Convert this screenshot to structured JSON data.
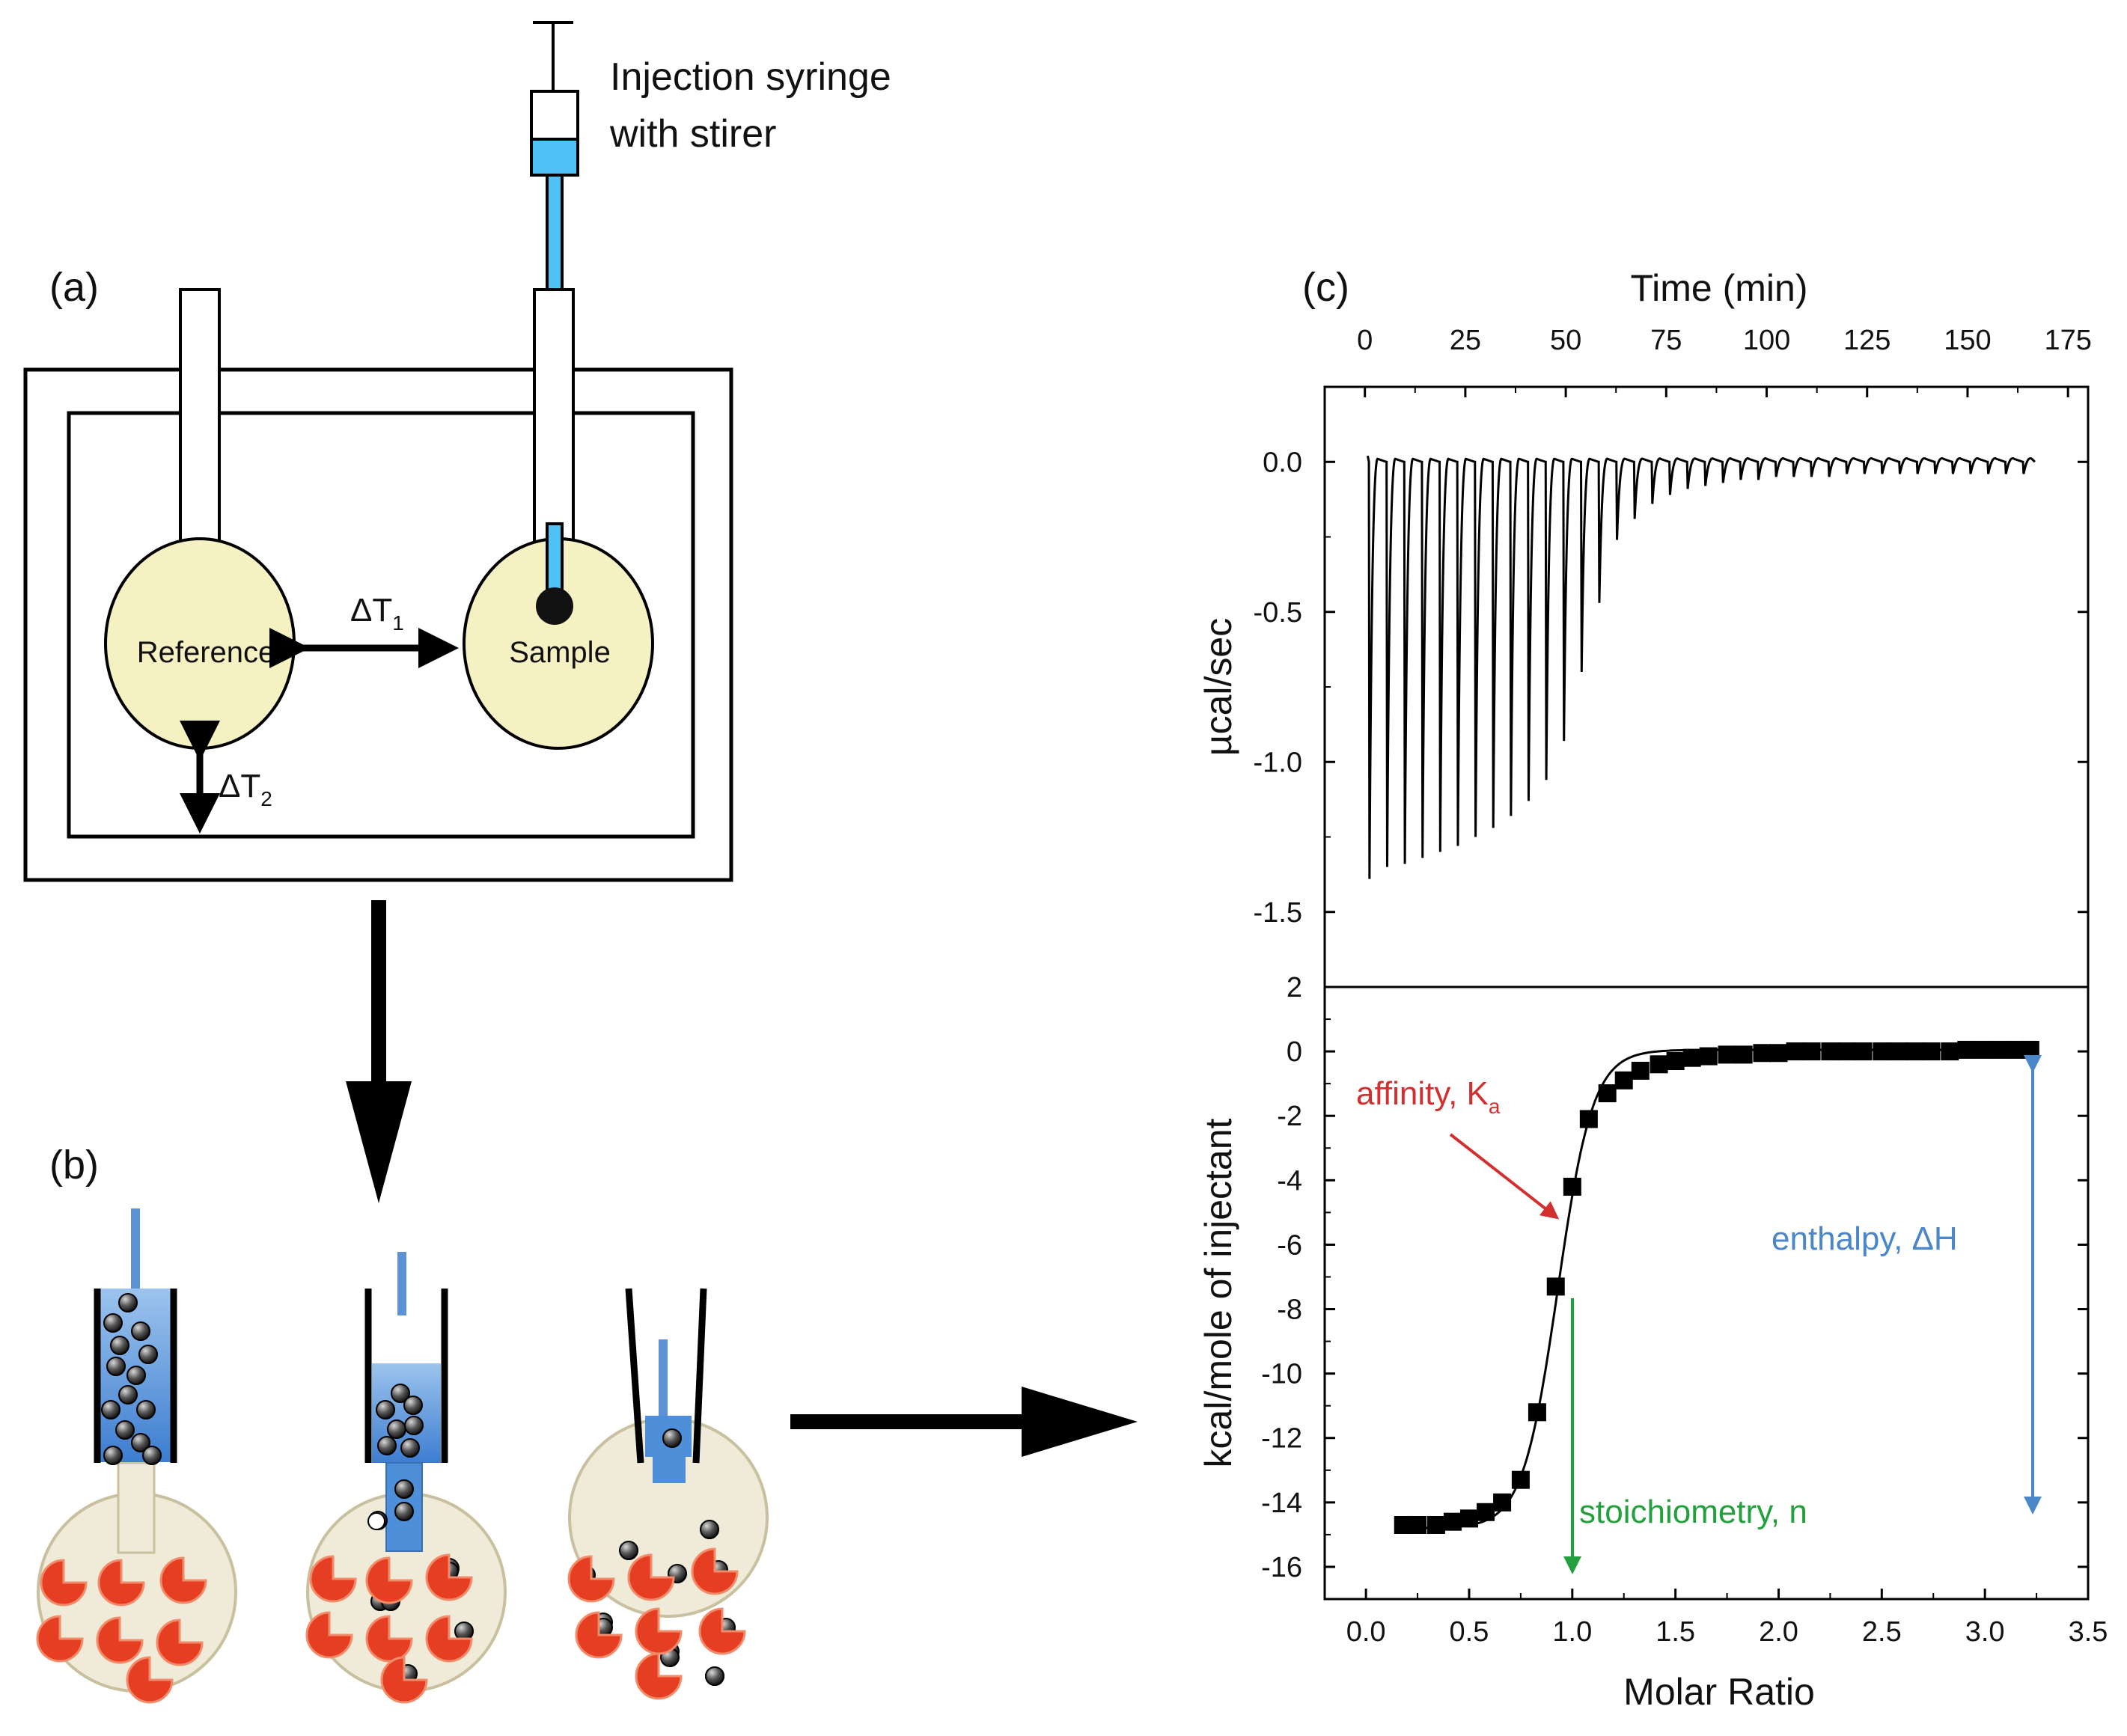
{
  "colors": {
    "syringe_blue": "#4fc3f7",
    "cell_fill": "#f6f1c3",
    "bulb_fill": "#efebd8",
    "liquid_blue": "#4d8fd9",
    "protein_red": "#e53e23",
    "affinity": "#d32f2f",
    "stoich": "#22a03c",
    "enthalpy": "#4a86c8"
  },
  "panel_a": {
    "label": "(a)",
    "syringe_label_line1": "Injection syringe",
    "syringe_label_line2": "with stirer",
    "reference": "Reference",
    "sample": "Sample",
    "dt1": "ΔT",
    "dt1_sub": "1",
    "dt2": "ΔT",
    "dt2_sub": "2"
  },
  "panel_b": {
    "label": "(b)"
  },
  "panel_c": {
    "label": "(c)",
    "top_axis_title": "Time (min)",
    "top_ticks": [
      "0",
      "25",
      "50",
      "75",
      "100",
      "125",
      "150",
      "175"
    ],
    "upper_ylabel": "µcal/sec",
    "upper_yticks": [
      "0.0",
      "-0.5",
      "-1.0",
      "-1.5"
    ],
    "lower_ylabel": "kcal/mole of injectant",
    "lower_yticks": [
      "2",
      "0",
      "-2",
      "-4",
      "-6",
      "-8",
      "-10",
      "-12",
      "-14",
      "-16"
    ],
    "xlabel": "Molar Ratio",
    "x_ticks": [
      "0.0",
      "0.5",
      "1.0",
      "1.5",
      "2.0",
      "2.5",
      "3.0",
      "3.5"
    ],
    "affinity_label": "affinity, K",
    "affinity_sub": "a",
    "stoich_label": "stoichiometry, n",
    "enthalpy_label": "enthalpy, ΔH"
  },
  "chart_data": [
    {
      "type": "line",
      "title": "",
      "xlabel": "Time (min)",
      "ylabel": "µcal/sec",
      "xlim": [
        -10,
        180
      ],
      "ylim": [
        -1.75,
        0.25
      ],
      "grid": false,
      "injection_times": [
        1,
        5.4,
        9.8,
        14.2,
        18.6,
        23,
        27.4,
        31.8,
        36.2,
        40.6,
        45,
        49.4,
        53.8,
        58.2,
        62.6,
        67,
        71.4,
        75.8,
        80.2,
        84.6,
        89,
        93.4,
        97.8,
        102.2,
        106.6,
        111,
        115.4,
        119.8,
        124.2,
        128.6,
        133,
        137.4,
        141.8,
        146.2,
        150.6,
        155,
        159.4,
        163.8
      ],
      "peak_minima": [
        -1.39,
        -1.35,
        -1.34,
        -1.32,
        -1.3,
        -1.28,
        -1.25,
        -1.22,
        -1.18,
        -1.13,
        -1.06,
        -0.93,
        -0.7,
        -0.47,
        -0.26,
        -0.19,
        -0.14,
        -0.11,
        -0.09,
        -0.08,
        -0.07,
        -0.06,
        -0.06,
        -0.05,
        -0.05,
        -0.05,
        -0.05,
        -0.04,
        -0.04,
        -0.04,
        -0.04,
        -0.04,
        -0.04,
        -0.04,
        -0.04,
        -0.04,
        -0.04,
        -0.04
      ],
      "baseline": 0.0
    },
    {
      "type": "scatter",
      "title": "",
      "xlabel": "Molar Ratio",
      "ylabel": "kcal/mole of injectant",
      "xlim": [
        -0.2,
        3.5
      ],
      "ylim": [
        -17,
        2
      ],
      "grid": false,
      "x": [
        0.18,
        0.25,
        0.34,
        0.42,
        0.5,
        0.58,
        0.66,
        0.75,
        0.83,
        0.92,
        1.0,
        1.08,
        1.17,
        1.25,
        1.33,
        1.42,
        1.5,
        1.58,
        1.66,
        1.75,
        1.83,
        1.92,
        2.0,
        2.08,
        2.16,
        2.25,
        2.33,
        2.41,
        2.5,
        2.58,
        2.66,
        2.74,
        2.83,
        2.91,
        2.99,
        3.07,
        3.15,
        3.22
      ],
      "y": [
        -14.7,
        -14.7,
        -14.7,
        -14.6,
        -14.5,
        -14.3,
        -14.0,
        -13.3,
        -11.2,
        -7.3,
        -4.2,
        -2.1,
        -1.3,
        -0.9,
        -0.6,
        -0.4,
        -0.3,
        -0.2,
        -0.15,
        -0.1,
        -0.1,
        -0.05,
        -0.05,
        0.0,
        0.0,
        0.0,
        0.0,
        0.0,
        0.0,
        0.0,
        0.0,
        0.0,
        0.0,
        0.05,
        0.05,
        0.05,
        0.05,
        0.05
      ],
      "fit_curve": true,
      "annotations": [
        "affinity, Ka",
        "stoichiometry, n",
        "enthalpy, ΔH"
      ]
    }
  ]
}
